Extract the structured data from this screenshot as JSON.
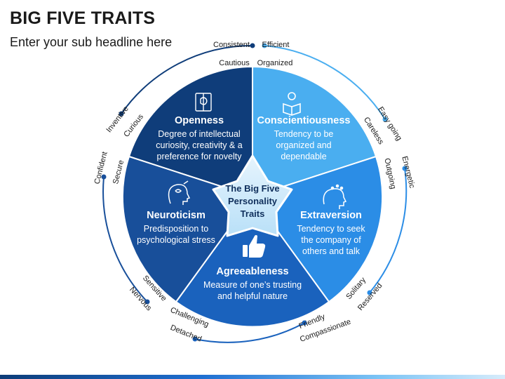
{
  "title": "BIG FIVE TRAITS",
  "subtitle": "Enter your sub headline here",
  "center": {
    "lines": [
      "The Big Five",
      "Personality",
      "Traits"
    ]
  },
  "traits": [
    {
      "key": "openness",
      "icon": "brain-book-icon",
      "color": "#0f3d7a",
      "title": "Openness",
      "desc": [
        "Degree of intellectual",
        "curiosity, creativity &  a",
        "preference for novelty"
      ]
    },
    {
      "key": "conscientiousness",
      "icon": "reading-person-icon",
      "color": "#4aaef0",
      "title": "Conscientiousness",
      "desc": [
        "Tendency to be",
        "organized and",
        "dependable"
      ]
    },
    {
      "key": "extraversion",
      "icon": "sparkle-head-icon",
      "color": "#2b8de6",
      "title": "Extraversion",
      "desc": [
        "Tendency to seek",
        "the company of",
        "others and talk"
      ]
    },
    {
      "key": "agreeableness",
      "icon": "thumbs-up-icon",
      "color": "#1a62bd",
      "title": "Agreeableness",
      "desc": [
        "Measure of one’s trusting",
        "and helpful nature"
      ]
    },
    {
      "key": "neuroticism",
      "icon": "stressed-head-icon",
      "color": "#184f9a",
      "title": "Neuroticism",
      "desc": [
        "Predisposition to",
        "psychological stress"
      ]
    }
  ],
  "outer_labels": {
    "consistent": "Consistent",
    "cautious": "Cautious",
    "efficient": "Efficient",
    "organized": "Organized",
    "easy_going": "Easy going",
    "careless": "Careless",
    "energetic": "Energetic",
    "outgoing": "Outgoing",
    "solitary": "Solitary",
    "reserved": "Reserved",
    "friendly": "Friendly",
    "compassionate": "Compassionate",
    "challenging": "Challenging",
    "detached": "Detached",
    "sensitive": "Sensitive",
    "nervous": "Nervous",
    "confident": "Confident",
    "secure": "Secure",
    "inventive": "Inventive",
    "curious": "Curious"
  }
}
